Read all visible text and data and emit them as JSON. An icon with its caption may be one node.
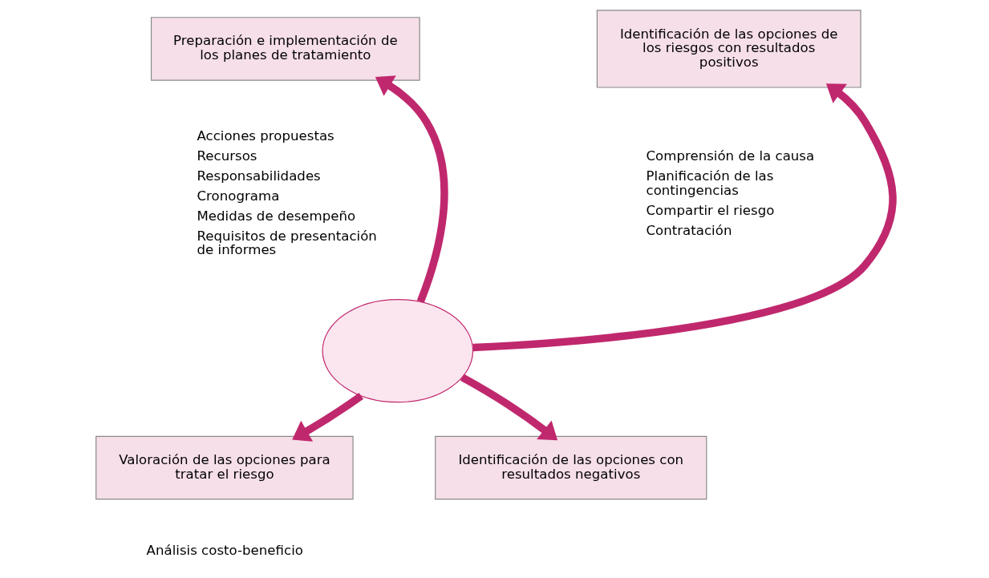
{
  "diagram": {
    "nodes": [
      {
        "text": [
          "Preparación e implementación de los planes de tratamiento"
        ],
        "beside": [
          "Acciones propuestas",
          "Recursos",
          "Responsabilidades",
          "Cronograma",
          "Medidas de desempeño",
          "Requisitos de presentación de informes"
        ]
      },
      {
        "text": [
          "Identificación de las opciones de los riesgos con resultados positivos"
        ],
        "beside": [
          "Comprensión de la causa",
          "Planificación de las contingencias",
          "Compartir el riesgo",
          "Contratación"
        ]
      },
      {
        "text": [],
        "shape": "ellipse"
      },
      {
        "text": [
          "Valoración de las opciones para tratar el riesgo"
        ],
        "beside": [
          "Análisis costo-beneficio"
        ]
      },
      {
        "text": [
          "Identificación de las opciones con resultados negativos"
        ]
      }
    ],
    "edges": [
      {
        "from": 2,
        "to": 0,
        "arrow": "to"
      },
      {
        "from": 2,
        "to": 1,
        "arrow": "to"
      },
      {
        "from": 2,
        "to": 3,
        "arrow": "to"
      },
      {
        "from": 2,
        "to": 4,
        "arrow": "to"
      }
    ]
  }
}
